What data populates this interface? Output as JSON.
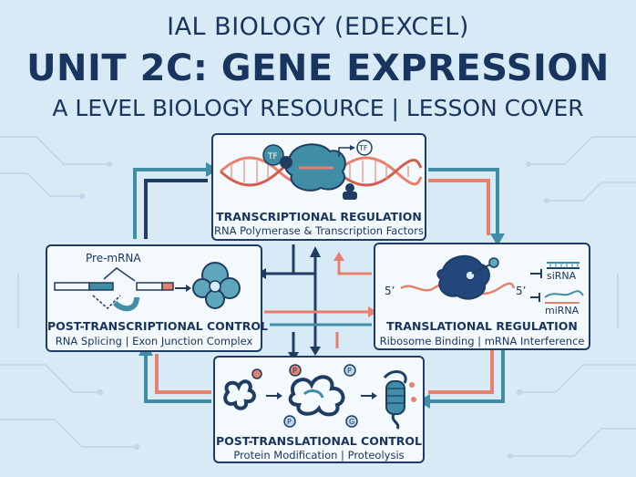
{
  "header": {
    "line1": "IAL BIOLOGY (EDEXCEL)",
    "line2": "UNIT 2C: GENE EXPRESSION",
    "line3": "A LEVEL BIOLOGY RESOURCE | LESSON COVER"
  },
  "panels": {
    "transcriptional": {
      "title": "TRANSCRIPTIONAL REGULATION",
      "subtitle": "RNA Polymerase & Transcription Factors",
      "tf_label_1": "TF",
      "tf_label_2": "TF"
    },
    "post_transcriptional": {
      "title": "POST-TRANSCRIPTIONAL CONTROL",
      "subtitle": "RNA Splicing | Exon Junction Complex",
      "pre_mrna_label": "Pre-mRNA"
    },
    "translational": {
      "title": "TRANSLATIONAL REGULATION",
      "subtitle": "Ribosome Binding | mRNA Interference",
      "five_prime_1": "5’",
      "five_prime_2": "5’",
      "sirna_label": "siRNA",
      "mirna_label": "miRNA"
    },
    "post_translational": {
      "title": "POST-TRANSLATIONAL CONTROL",
      "subtitle": "Protein Modification | Proteolysis",
      "mod_p": "P",
      "mod_g": "G"
    }
  },
  "colors": {
    "navy": "#1f3d63",
    "teal": "#3f8ea6",
    "salmon": "#e8806d",
    "background": "#d8eaf6"
  }
}
